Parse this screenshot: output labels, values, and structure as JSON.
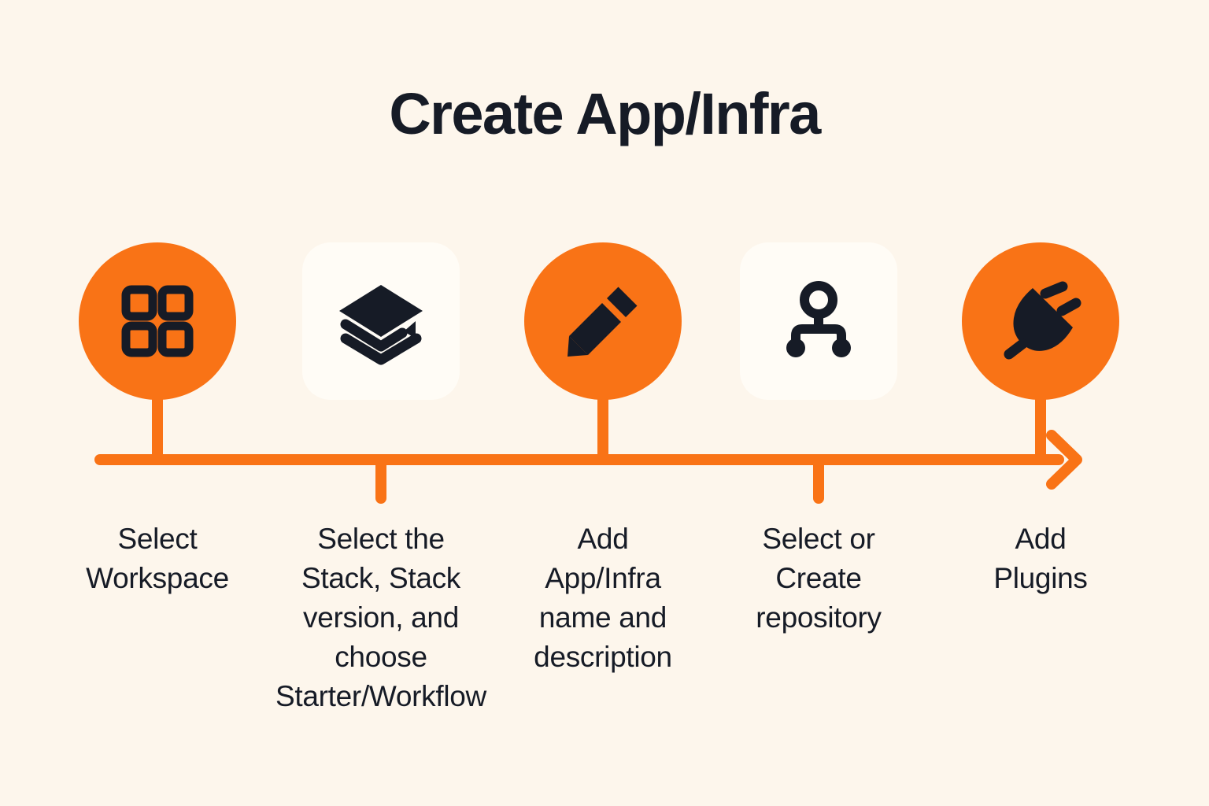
{
  "page": {
    "title": "Create App/Infra",
    "background_color": "#FDF6EC",
    "accent_color": "#F97316",
    "text_color": "#161B26",
    "card_color": "#FFFCF6"
  },
  "timeline": {
    "direction": "left-to-right",
    "arrow": "arrow-right"
  },
  "steps": [
    {
      "index": "1",
      "icon": "grid-squares-icon",
      "node_style": "circle",
      "node_color": "#F97316",
      "stem": "up",
      "caption": "Select\nWorkspace"
    },
    {
      "index": "2",
      "icon": "layers-stack-icon",
      "node_style": "card",
      "node_color": "#FFFCF6",
      "stem": "down",
      "caption": "Select the\nStack, Stack\nversion, and\nchoose\nStarter/Workflow"
    },
    {
      "index": "3",
      "icon": "pencil-edit-icon",
      "node_style": "circle",
      "node_color": "#F97316",
      "stem": "up",
      "caption": "Add\nApp/Infra\nname and\ndescription"
    },
    {
      "index": "4",
      "icon": "repository-branch-icon",
      "node_style": "card",
      "node_color": "#FFFCF6",
      "stem": "down",
      "caption": "Select or\nCreate\nrepository"
    },
    {
      "index": "5",
      "icon": "plug-plugin-icon",
      "node_style": "circle",
      "node_color": "#F97316",
      "stem": "up",
      "caption": "Add\nPlugins"
    }
  ]
}
